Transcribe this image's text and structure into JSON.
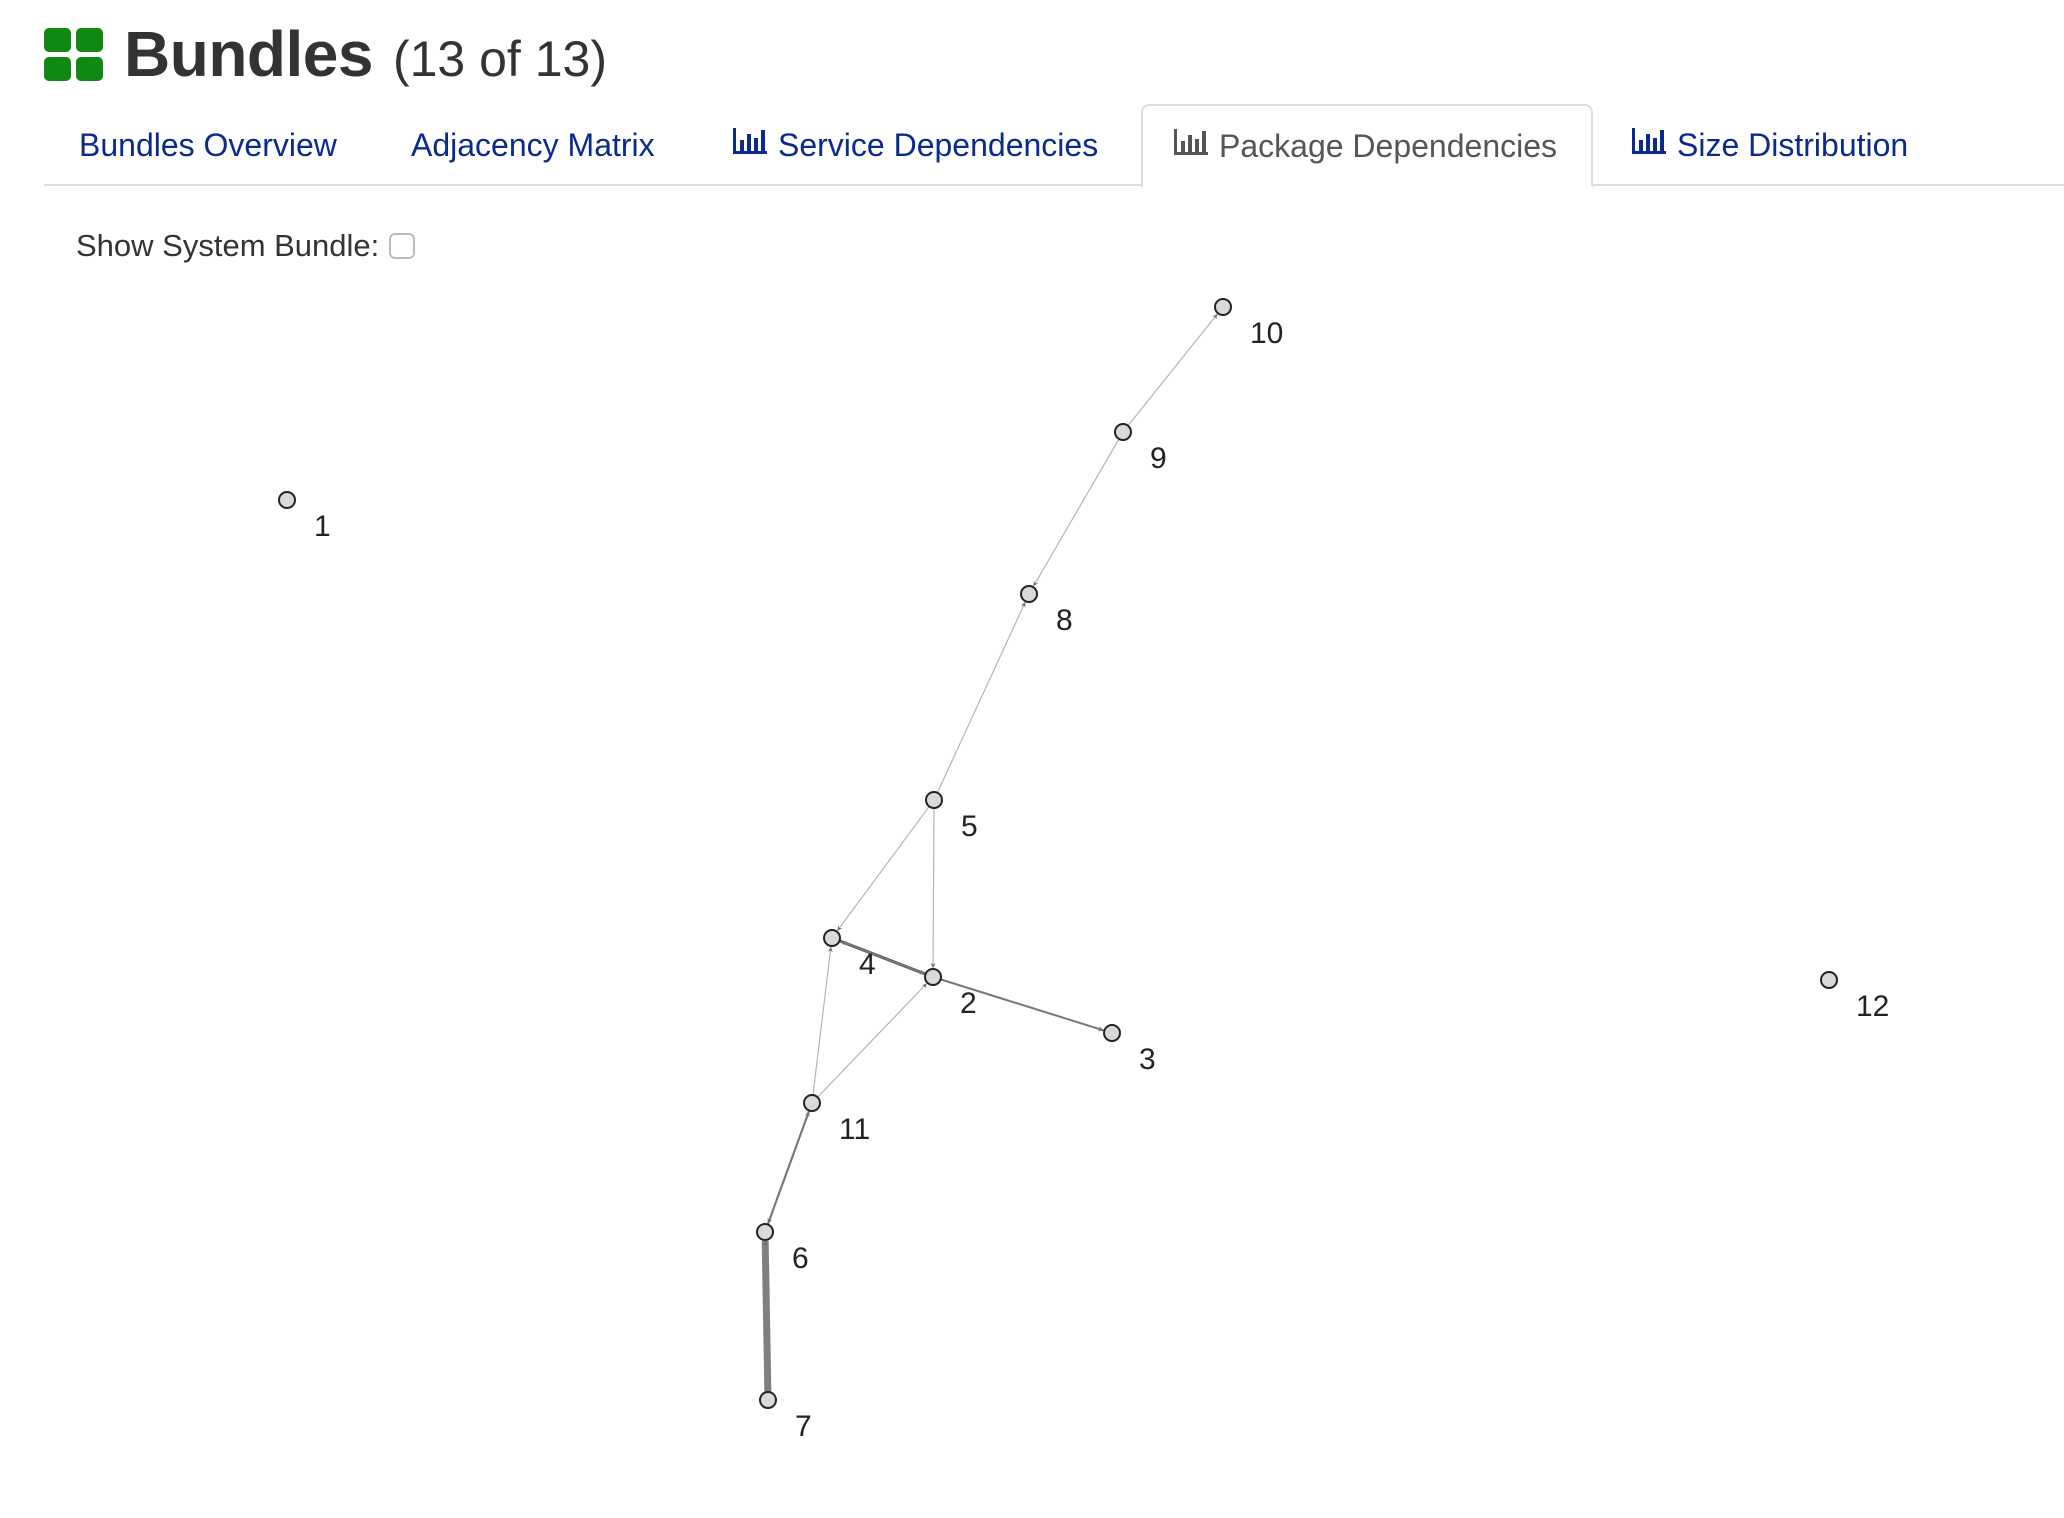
{
  "header": {
    "title": "Bundles",
    "count": "(13 of 13)",
    "icon": "grid-icon",
    "icon_color": "#118811"
  },
  "tabs": [
    {
      "label": "Bundles Overview",
      "icon": "",
      "active": false
    },
    {
      "label": "Adjacency Matrix",
      "icon": "",
      "active": false
    },
    {
      "label": "Service Dependencies",
      "icon": "bar-chart-icon",
      "active": false
    },
    {
      "label": "Package Dependencies",
      "icon": "bar-chart-icon",
      "active": true
    },
    {
      "label": "Size Distribution",
      "icon": "bar-chart-icon",
      "active": false
    }
  ],
  "options": {
    "show_system_bundle_label": "Show System Bundle:",
    "show_system_bundle_checked": false
  },
  "colors": {
    "link": "#0b2a8a",
    "node_fill": "#d9d9d9",
    "node_stroke": "#222222",
    "edge": "#777777"
  },
  "graph": {
    "nodes": [
      {
        "id": "1",
        "label": "1"
      },
      {
        "id": "2",
        "label": "2"
      },
      {
        "id": "3",
        "label": "3"
      },
      {
        "id": "4",
        "label": "4"
      },
      {
        "id": "5",
        "label": "5"
      },
      {
        "id": "6",
        "label": "6"
      },
      {
        "id": "7",
        "label": "7"
      },
      {
        "id": "8",
        "label": "8"
      },
      {
        "id": "9",
        "label": "9"
      },
      {
        "id": "10",
        "label": "10"
      },
      {
        "id": "11",
        "label": "11"
      },
      {
        "id": "12",
        "label": "12"
      }
    ],
    "edges": [
      {
        "source": "9",
        "target": "10",
        "weight": 1
      },
      {
        "source": "9",
        "target": "8",
        "weight": 1
      },
      {
        "source": "5",
        "target": "8",
        "weight": 1
      },
      {
        "source": "5",
        "target": "4",
        "weight": 1
      },
      {
        "source": "5",
        "target": "2",
        "weight": 1
      },
      {
        "source": "4",
        "target": "2",
        "weight": 3
      },
      {
        "source": "2",
        "target": "4",
        "weight": 2
      },
      {
        "source": "2",
        "target": "3",
        "weight": 2
      },
      {
        "source": "11",
        "target": "4",
        "weight": 1
      },
      {
        "source": "11",
        "target": "2",
        "weight": 1
      },
      {
        "source": "6",
        "target": "11",
        "weight": 2
      },
      {
        "source": "11",
        "target": "6",
        "weight": 2
      },
      {
        "source": "7",
        "target": "6",
        "weight": 8
      }
    ]
  }
}
